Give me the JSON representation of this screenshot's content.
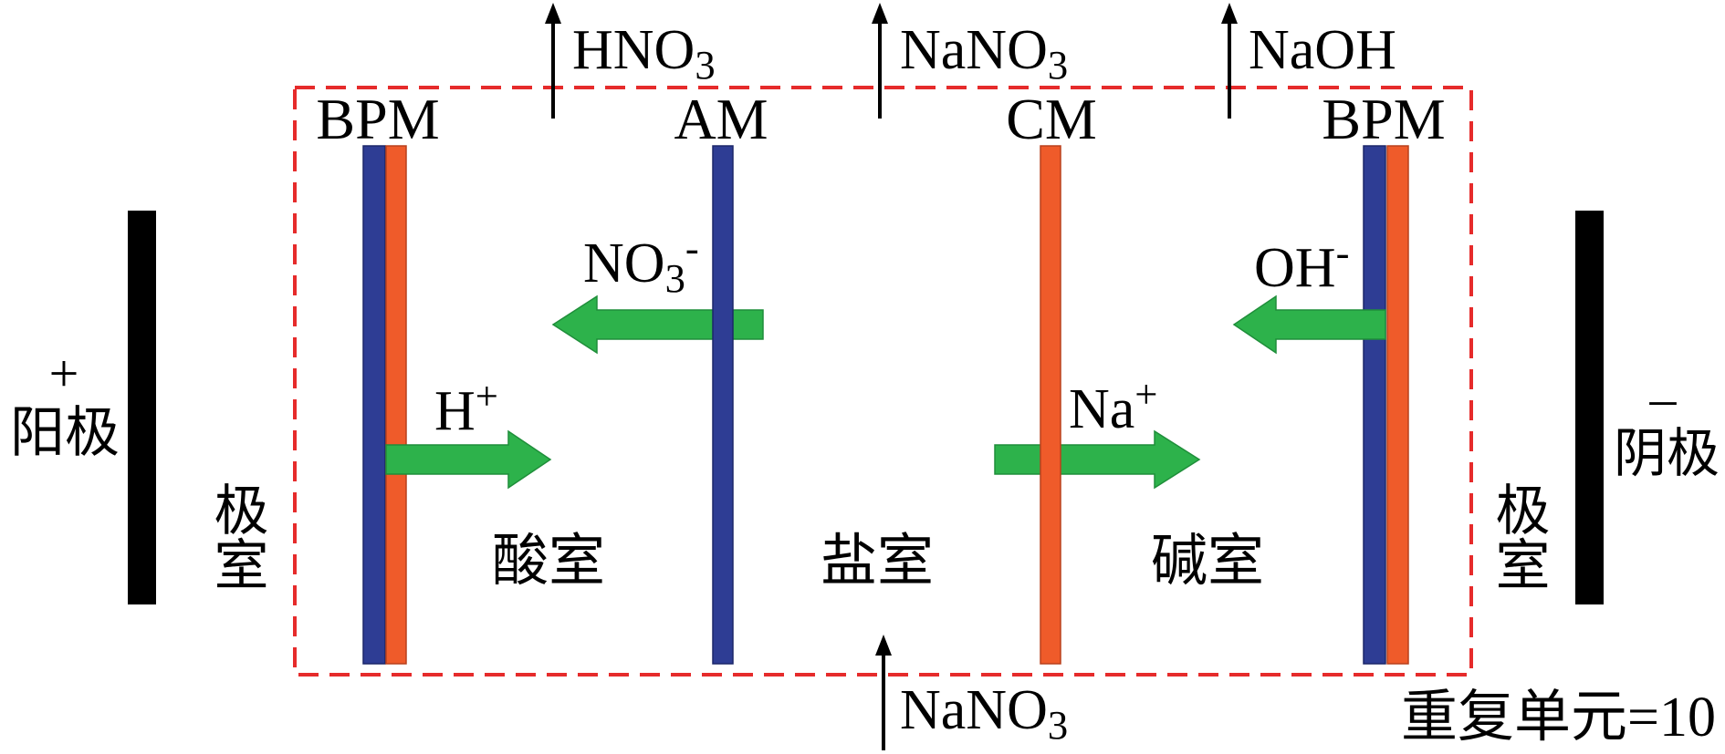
{
  "streams": {
    "acid_outlet": "HNO3",
    "salt_outlet": "NaNO3",
    "base_outlet": "NaOH",
    "salt_feed": "NaNO3"
  },
  "membranes": {
    "left_bpm": "BPM",
    "am": "AM",
    "cm": "CM",
    "right_bpm": "BPM"
  },
  "electrodes": {
    "anode": {
      "sign": "+",
      "label": "阳极"
    },
    "cathode": {
      "sign": "–",
      "label": "阴极"
    }
  },
  "compartments": {
    "left_electrode": "极室",
    "acid": "酸室",
    "salt": "盐室",
    "base": "碱室",
    "right_electrode": "极室"
  },
  "ions": {
    "nitrate": "NO3-",
    "hydrogen": "H+",
    "sodium": "Na+",
    "hydroxide": "OH-"
  },
  "repeat_unit": "重复单元=10",
  "colors": {
    "anion_layer": "#2E3D94",
    "cation_layer": "#EF5B2A",
    "ion_flow": "#2DB24B",
    "boundary": "#E62B2B",
    "electrode": "#000000"
  }
}
